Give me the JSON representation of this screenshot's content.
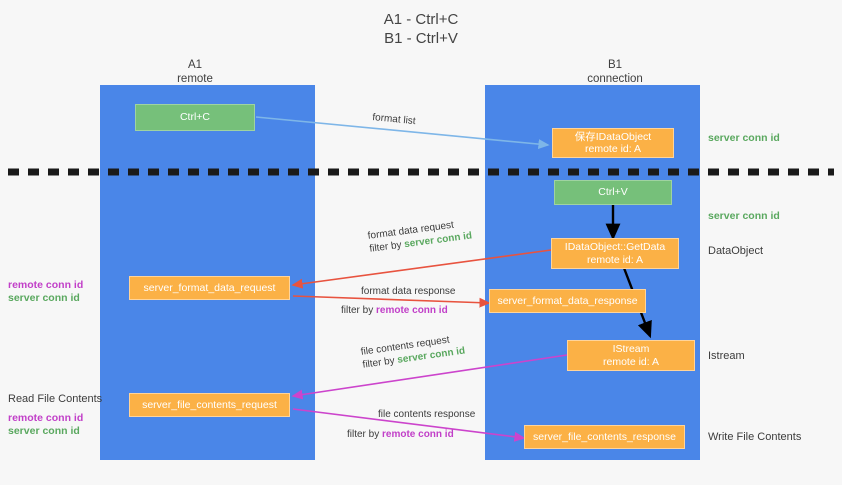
{
  "title_lines": [
    "A1 - Ctrl+C",
    "B1 - Ctrl+V"
  ],
  "colors": {
    "lane": "#4a86e8",
    "green_box": "#76c07a",
    "orange_box": "#fbb146",
    "green_text": "#5aa85f",
    "magenta_text": "#c13fc8",
    "red_arrow": "#e8533f",
    "magenta_arrow": "#cc44cc",
    "blue_arrow": "#7eb6e8",
    "black_arrow": "#000000",
    "background": "#f7f7f7"
  },
  "columns": [
    {
      "name": "A1",
      "sub": "remote"
    },
    {
      "name": "B1",
      "sub": "connection"
    }
  ],
  "nodes": {
    "ctrl_c": {
      "line1": "Ctrl+C"
    },
    "save_dataobject": {
      "line1": "保存IDataObject",
      "line2": "remote id: A"
    },
    "ctrl_v": {
      "line1": "Ctrl+V"
    },
    "getdata": {
      "line1": "IDataObject::GetData",
      "line2": "remote id: A"
    },
    "istream": {
      "line1": "IStream",
      "line2": "remote id: A"
    },
    "server_format_data_request": {
      "line1": "server_format_data_request"
    },
    "server_format_data_response": {
      "line1": "server_format_data_response"
    },
    "server_file_contents_request": {
      "line1": "server_file_contents_request"
    },
    "server_file_contents_response": {
      "line1": "server_file_contents_response"
    }
  },
  "arrow_captions": {
    "format_list": "format list",
    "format_data_request": "format data request",
    "format_data_request_filter_prefix": "filter by ",
    "format_data_request_filter_key": "server conn id",
    "format_data_response": "format data response",
    "format_data_response_filter_prefix": "filter by ",
    "format_data_response_filter_key": "remote conn id",
    "file_contents_request": "file contents request",
    "file_contents_request_filter_prefix": "filter by ",
    "file_contents_request_filter_key": "server conn id",
    "file_contents_response": "file contents response",
    "file_contents_response_filter_prefix": "filter by ",
    "file_contents_response_filter_key": "remote conn id"
  },
  "side_labels": {
    "right_server_conn_id_top": "server conn id",
    "right_server_conn_id_mid": "server conn id",
    "right_dataobject": "DataObject",
    "right_istream": "Istream",
    "right_write_file_contents": "Write File Contents",
    "left_remote_conn_id_1": "remote conn id",
    "left_server_conn_id_1": "server conn id",
    "left_read_file_contents": "Read File Contents",
    "left_remote_conn_id_2": "remote conn id",
    "left_server_conn_id_2": "server conn id"
  }
}
